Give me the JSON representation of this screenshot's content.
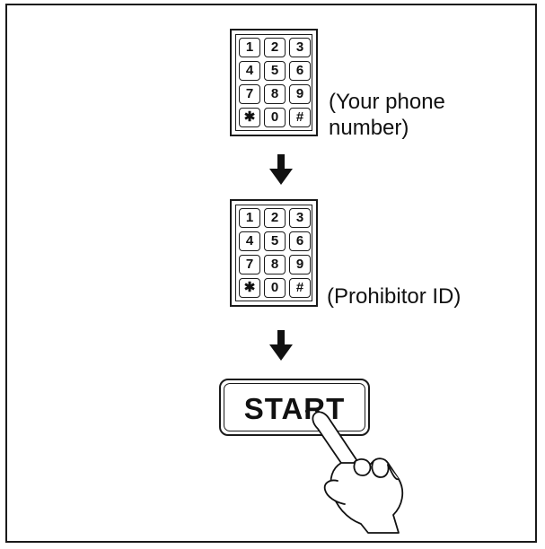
{
  "keypad_keys": [
    "1",
    "2",
    "3",
    "4",
    "5",
    "6",
    "7",
    "8",
    "9",
    "✱",
    "0",
    "#"
  ],
  "step1": {
    "label_line1": "(Your phone",
    "label_line2": "number)"
  },
  "step2": {
    "label": "(Prohibitor ID)"
  },
  "start_button": {
    "label": "START"
  },
  "icons": {
    "arrow": "down-arrow-icon",
    "hand": "pointing-hand-icon"
  },
  "colors": {
    "ink": "#111111",
    "background": "#ffffff"
  }
}
